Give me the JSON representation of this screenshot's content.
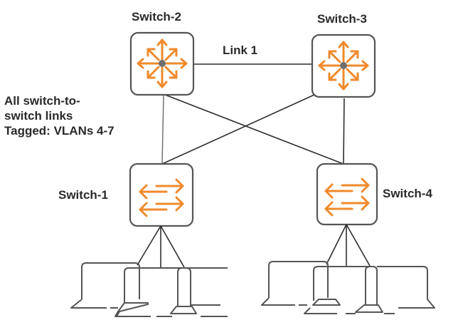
{
  "diagram": {
    "type": "network-topology",
    "colors": {
      "accent": "#f08a2c",
      "line": "#2e2e2e",
      "box_outline": "#555555",
      "hub_dot": "#6e6e6e",
      "text": "#2a2a2a"
    },
    "note": {
      "lines": [
        "All switch-to-",
        "switch links",
        "Tagged: VLANs 4-7"
      ]
    },
    "nodes": [
      {
        "id": "switch-1",
        "label": "Switch-1",
        "role": "access",
        "icon": "access-switch-icon"
      },
      {
        "id": "switch-2",
        "label": "Switch-2",
        "role": "core",
        "icon": "core-switch-icon"
      },
      {
        "id": "switch-3",
        "label": "Switch-3",
        "role": "core",
        "icon": "core-switch-icon"
      },
      {
        "id": "switch-4",
        "label": "Switch-4",
        "role": "access",
        "icon": "access-switch-icon"
      }
    ],
    "links": [
      {
        "from": "switch-2",
        "to": "switch-3",
        "label": "Link 1"
      },
      {
        "from": "switch-2",
        "to": "switch-1",
        "label": ""
      },
      {
        "from": "switch-2",
        "to": "switch-4",
        "label": ""
      },
      {
        "from": "switch-3",
        "to": "switch-1",
        "label": ""
      },
      {
        "from": "switch-3",
        "to": "switch-4",
        "label": ""
      }
    ],
    "endpoint_groups": [
      {
        "switch": "switch-1",
        "devices": [
          "laptop",
          "desktop",
          "desktop"
        ],
        "icon": "computer-icon"
      },
      {
        "switch": "switch-4",
        "devices": [
          "laptop",
          "desktop",
          "desktop"
        ],
        "icon": "computer-icon"
      }
    ]
  }
}
